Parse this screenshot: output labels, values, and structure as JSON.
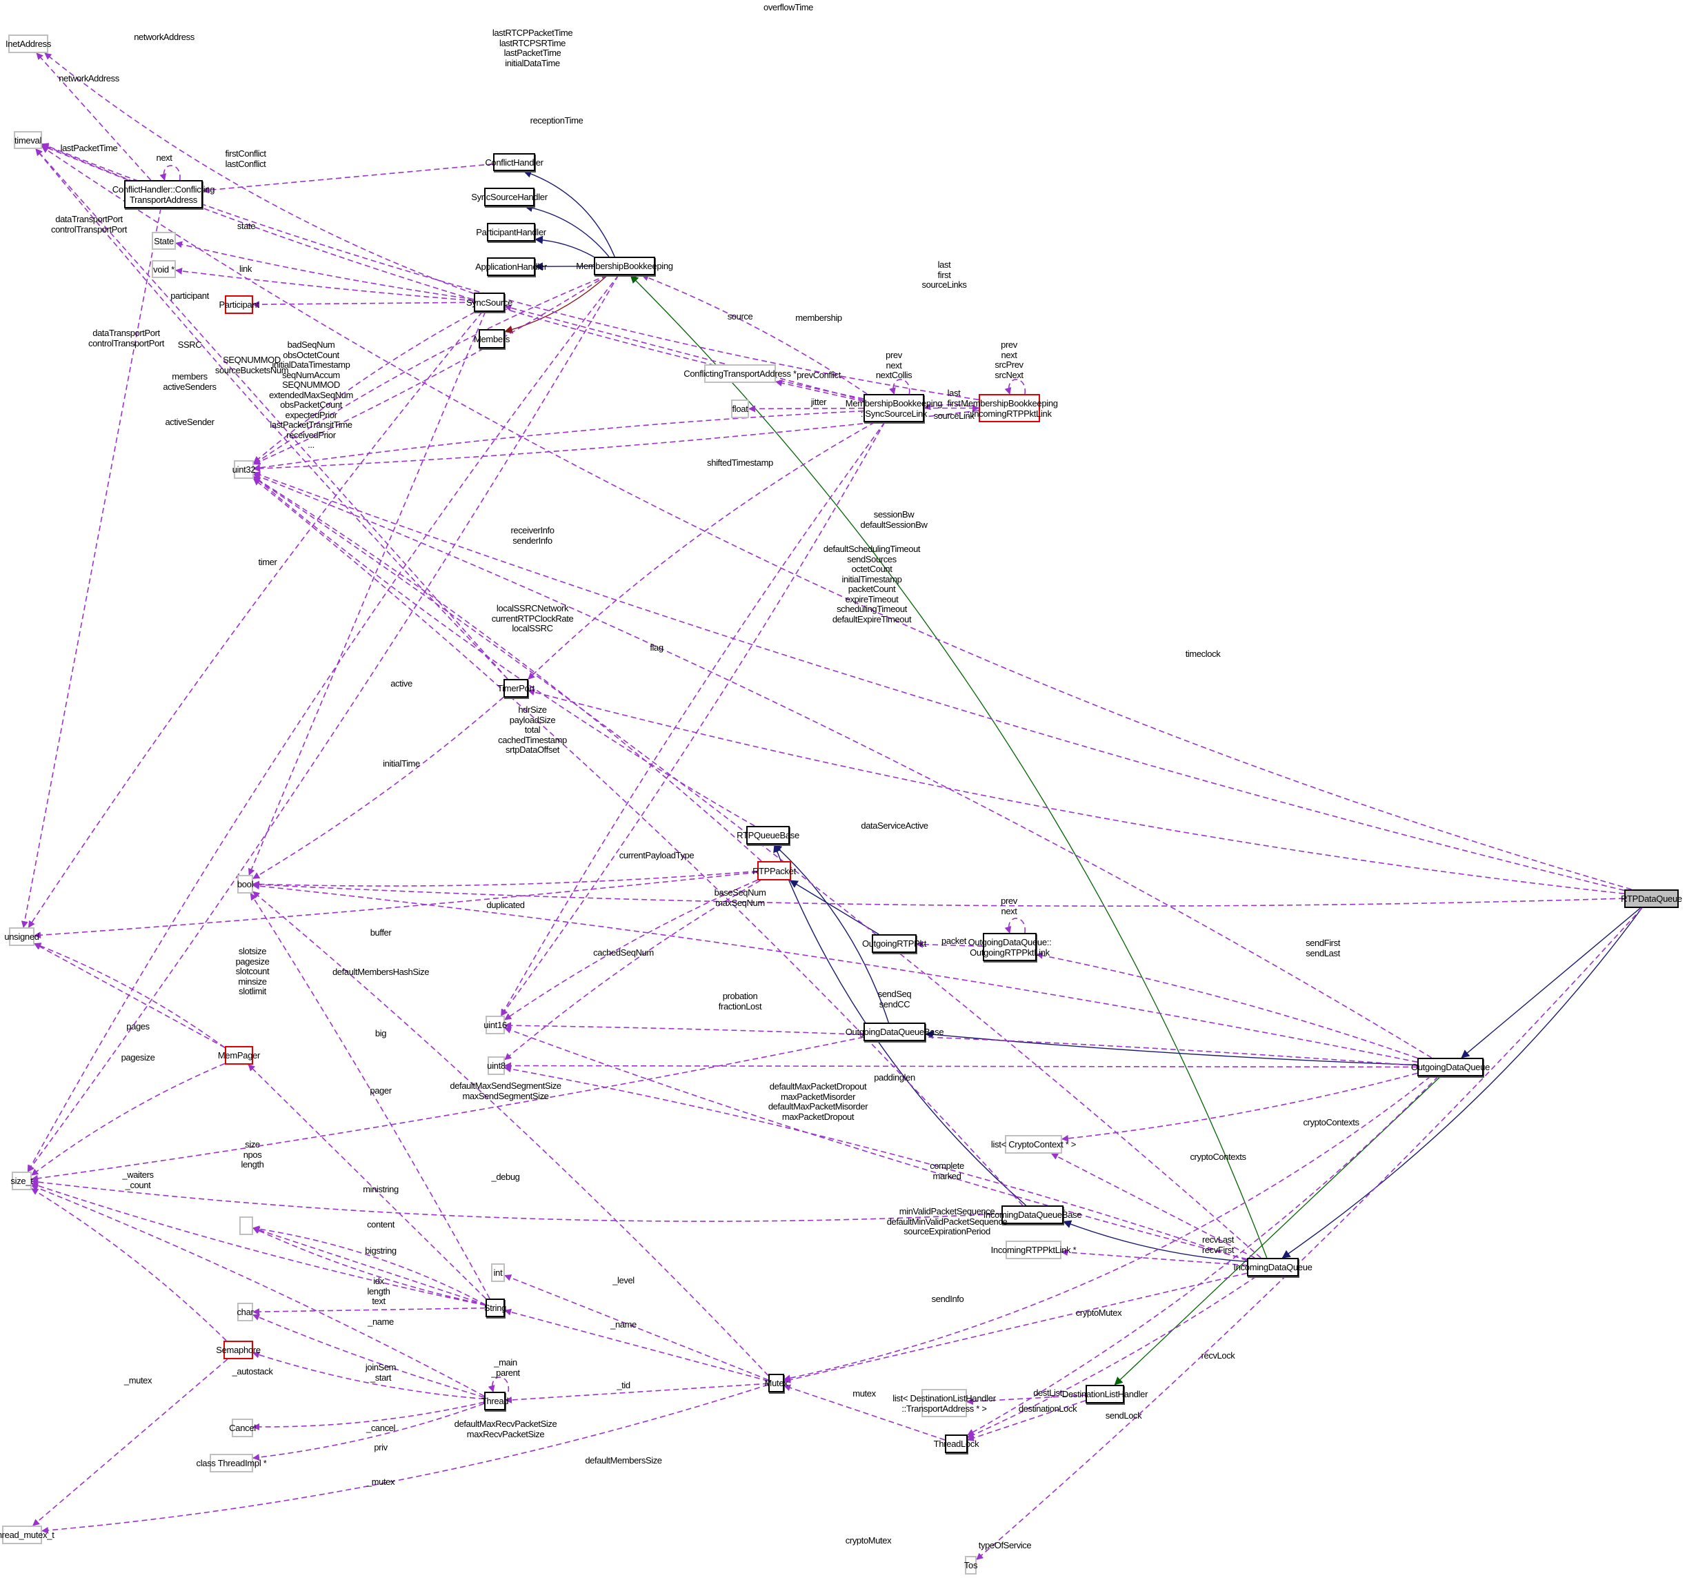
{
  "diagram": {
    "title": "RTPDataQueue collaboration graph",
    "colors": {
      "usage_edge": "#9a32cd",
      "inherit_edge": "#191970",
      "protected_edge": "#006400",
      "private_edge": "#8b1a1a",
      "focus_fill": "#bfbfbf",
      "undocumented_border": "#e00000",
      "external_border": "#bfbfbf"
    },
    "nodes": {
      "InetAddress": "InetAddress",
      "timeval": "timeval",
      "CTA": "ConflictHandler::Conflicting\nTransportAddress",
      "State": "State",
      "voidp": "void *",
      "Participant": "Participant",
      "uint32": "uint32",
      "ConflictHandler": "ConflictHandler",
      "SyncSourceHandler": "SyncSourceHandler",
      "ParticipantHandler": "ParticipantHandler",
      "ApplicationHandler": "ApplicationHandler",
      "MembershipBookkeeping": "MembershipBookkeeping",
      "SyncSource": "SyncSource",
      "Members": "Members",
      "CTAp": "ConflictingTransportAddress *",
      "float": "float",
      "SyncSourceLink": "MembershipBookkeeping\n::SyncSourceLink",
      "IncomingRTPPktLink": "MembershipBookkeeping\n::IncomingRTPPktLink",
      "TimerPort": "TimerPort",
      "bool": "bool",
      "unsigned": "unsigned",
      "RTPQueueBase": "RTPQueueBase",
      "RTPPacket": "RTPPacket",
      "OutgoingRTPPkt": "OutgoingRTPPkt",
      "ODQLink": "OutgoingDataQueue::\nOutgoingRTPPktLink",
      "RTPDataQueue": "RTPDataQueue",
      "uint16": "uint16",
      "uint8": "uint8",
      "MemPager": "MemPager",
      "OutgoingDataQueueBase": "OutgoingDataQueueBase",
      "OutgoingDataQueue": "OutgoingDataQueue",
      "listCrypto": "list< CryptoContext * >",
      "size_t": "size_t",
      "blank": "",
      "IncomingDataQueueBase": "IncomingDataQueueBase",
      "IncomingRTPPktLinkp": "IncomingRTPPktLink *",
      "IncomingDataQueue": "IncomingDataQueue",
      "int": "int",
      "char": "char",
      "String": "String",
      "Semaphore": "Semaphore",
      "Thread": "Thread",
      "Mutex": "Mutex",
      "Cancel": "Cancel",
      "ThreadImpl": "class ThreadImpl *",
      "listDest": "list< DestinationListHandler\n::TransportAddress * >",
      "DestinationListHandler": "DestinationListHandler",
      "ThreadLock": "ThreadLock",
      "pthread_mutex_t": "pthread_mutex_t",
      "Tos": "Tos"
    },
    "edge_labels": {
      "overflowTime": "overflowTime",
      "networkAddress1": "networkAddress",
      "lastRTCP": "lastRTCPPacketTime\nlastRTCPSRTime\nlastPacketTime\ninitialDataTime",
      "networkAddress2": "networkAddress",
      "receptionTime": "receptionTime",
      "lastPacketTime": "lastPacketTime",
      "next1": "next",
      "firstConflict": "firstConflict\nlastConflict",
      "dataTransportPort1": "dataTransportPort\ncontrolTransportPort",
      "state": "state",
      "link": "link",
      "participant": "participant",
      "dataTransportPort2": "dataTransportPort\ncontrolTransportPort",
      "SSRC": "SSRC",
      "seqnummod": "SEQNUMMOD\nsourceBucketsNum",
      "members": "members\nactiveSenders",
      "activeSender": "activeSender",
      "badSeqNum": "badSeqNum\nobsOctetCount\ninitialDataTimestamp\nseqNumAccum\nSEQNUMMOD\nextendedMaxSeqNum\nobsPacketCount\nexpectedPrior\nlastPacketTransitTime\nreceivedPrior\n...",
      "lastFirstSourceLinks": "last\nfirst\nsourceLinks",
      "source": "source",
      "membership": "membership",
      "prevNextCollis": "prev\nnext\nnextCollis",
      "prevNextSrc": "prev\nnext\nsrcPrev\nsrcNext",
      "prevConflict": "prevConflict",
      "jitter": "jitter",
      "lastFirst": "last\nfirst",
      "sourceLink": "sourceLink",
      "shiftedTimestamp": "shiftedTimestamp",
      "sessionBw": "sessionBw\ndefaultSessionBw",
      "receiverInfo": "receiverInfo\nsenderInfo",
      "defaultScheduling": "defaultSchedulingTimeout\nsendSources\noctetCount\ninitialTimestamp\npacketCount\nexpireTimeout\nschedulingTimeout\ndefaultExpireTimeout",
      "timer": "timer",
      "localSSRC": "localSSRCNetwork\ncurrentRTPClockRate\nlocalSSRC",
      "flag": "flag",
      "timeclock": "timeclock",
      "active": "active",
      "hdrSize": "hdrSize\npayloadSize\ntotal\ncachedTimestamp\nsrtpDataOffset",
      "initialTime": "initialTime",
      "dataServiceActive": "dataServiceActive",
      "currentPayloadType": "currentPayloadType",
      "duplicated": "duplicated",
      "baseSeqNum": "baseSeqNum\nmaxSeqNum",
      "buffer": "buffer",
      "cachedSeqNum": "cachedSeqNum",
      "slotsize": "slotsize\npagesize\nslotcount\nminsize\nslotlimit",
      "defaultMembersHashSize": "defaultMembersHashSize",
      "prevNext2": "prev\nnext",
      "packet": "packet",
      "sendFirst": "sendFirst\nsendLast",
      "probation": "probation\nfractionLost",
      "sendSeq": "sendSeq\nsendCC",
      "pages": "pages",
      "big": "big",
      "pagesize": "pagesize",
      "paddinglen": "paddinglen",
      "pager": "pager",
      "defaultMaxSend": "defaultMaxSendSegmentSize\nmaxSendSegmentSize",
      "defaultMaxPacketDropout": "defaultMaxPacketDropout\nmaxPacketMisorder\ndefaultMaxPacketMisorder\nmaxPacketDropout",
      "cryptoContexts1": "cryptoContexts",
      "cryptoContexts2": "cryptoContexts",
      "sizeNpos": "size\nnpos\nlength",
      "waiters": "_waiters\n_count",
      "complete": "complete\nmarked",
      "debug": "_debug",
      "ministring": "ministring",
      "minValid": "minValidPacketSequence\ndefaultMinValidPacketSequence\nsourceExpirationPeriod",
      "recvLast": "recvLast\nrecvFirst",
      "content": "content",
      "bigstring": "bigstring",
      "level": "_level",
      "idx": "idx\nlength\ntext",
      "name1": "_name",
      "name2": "_name",
      "sendInfo": "sendInfo",
      "cryptoMutex1": "cryptoMutex",
      "recvLock": "recvLock",
      "autostack": "_autostack",
      "joinSem": "joinSem\n_start",
      "mainParent": "_main\n_parent",
      "tid": "_tid",
      "mutex1": "_mutex",
      "mutex2": "mutex",
      "destList": "destList",
      "destinationLock": "destinationLock",
      "sendLock": "sendLock",
      "cancel": "_cancel",
      "defaultMaxRecv": "defaultMaxRecvPacketSize\nmaxRecvPacketSize",
      "priv": "priv",
      "defaultMembersSize": "defaultMembersSize",
      "mutex3": "_mutex",
      "cryptoMutex2": "cryptoMutex",
      "typeOfService": "typeOfService"
    }
  }
}
